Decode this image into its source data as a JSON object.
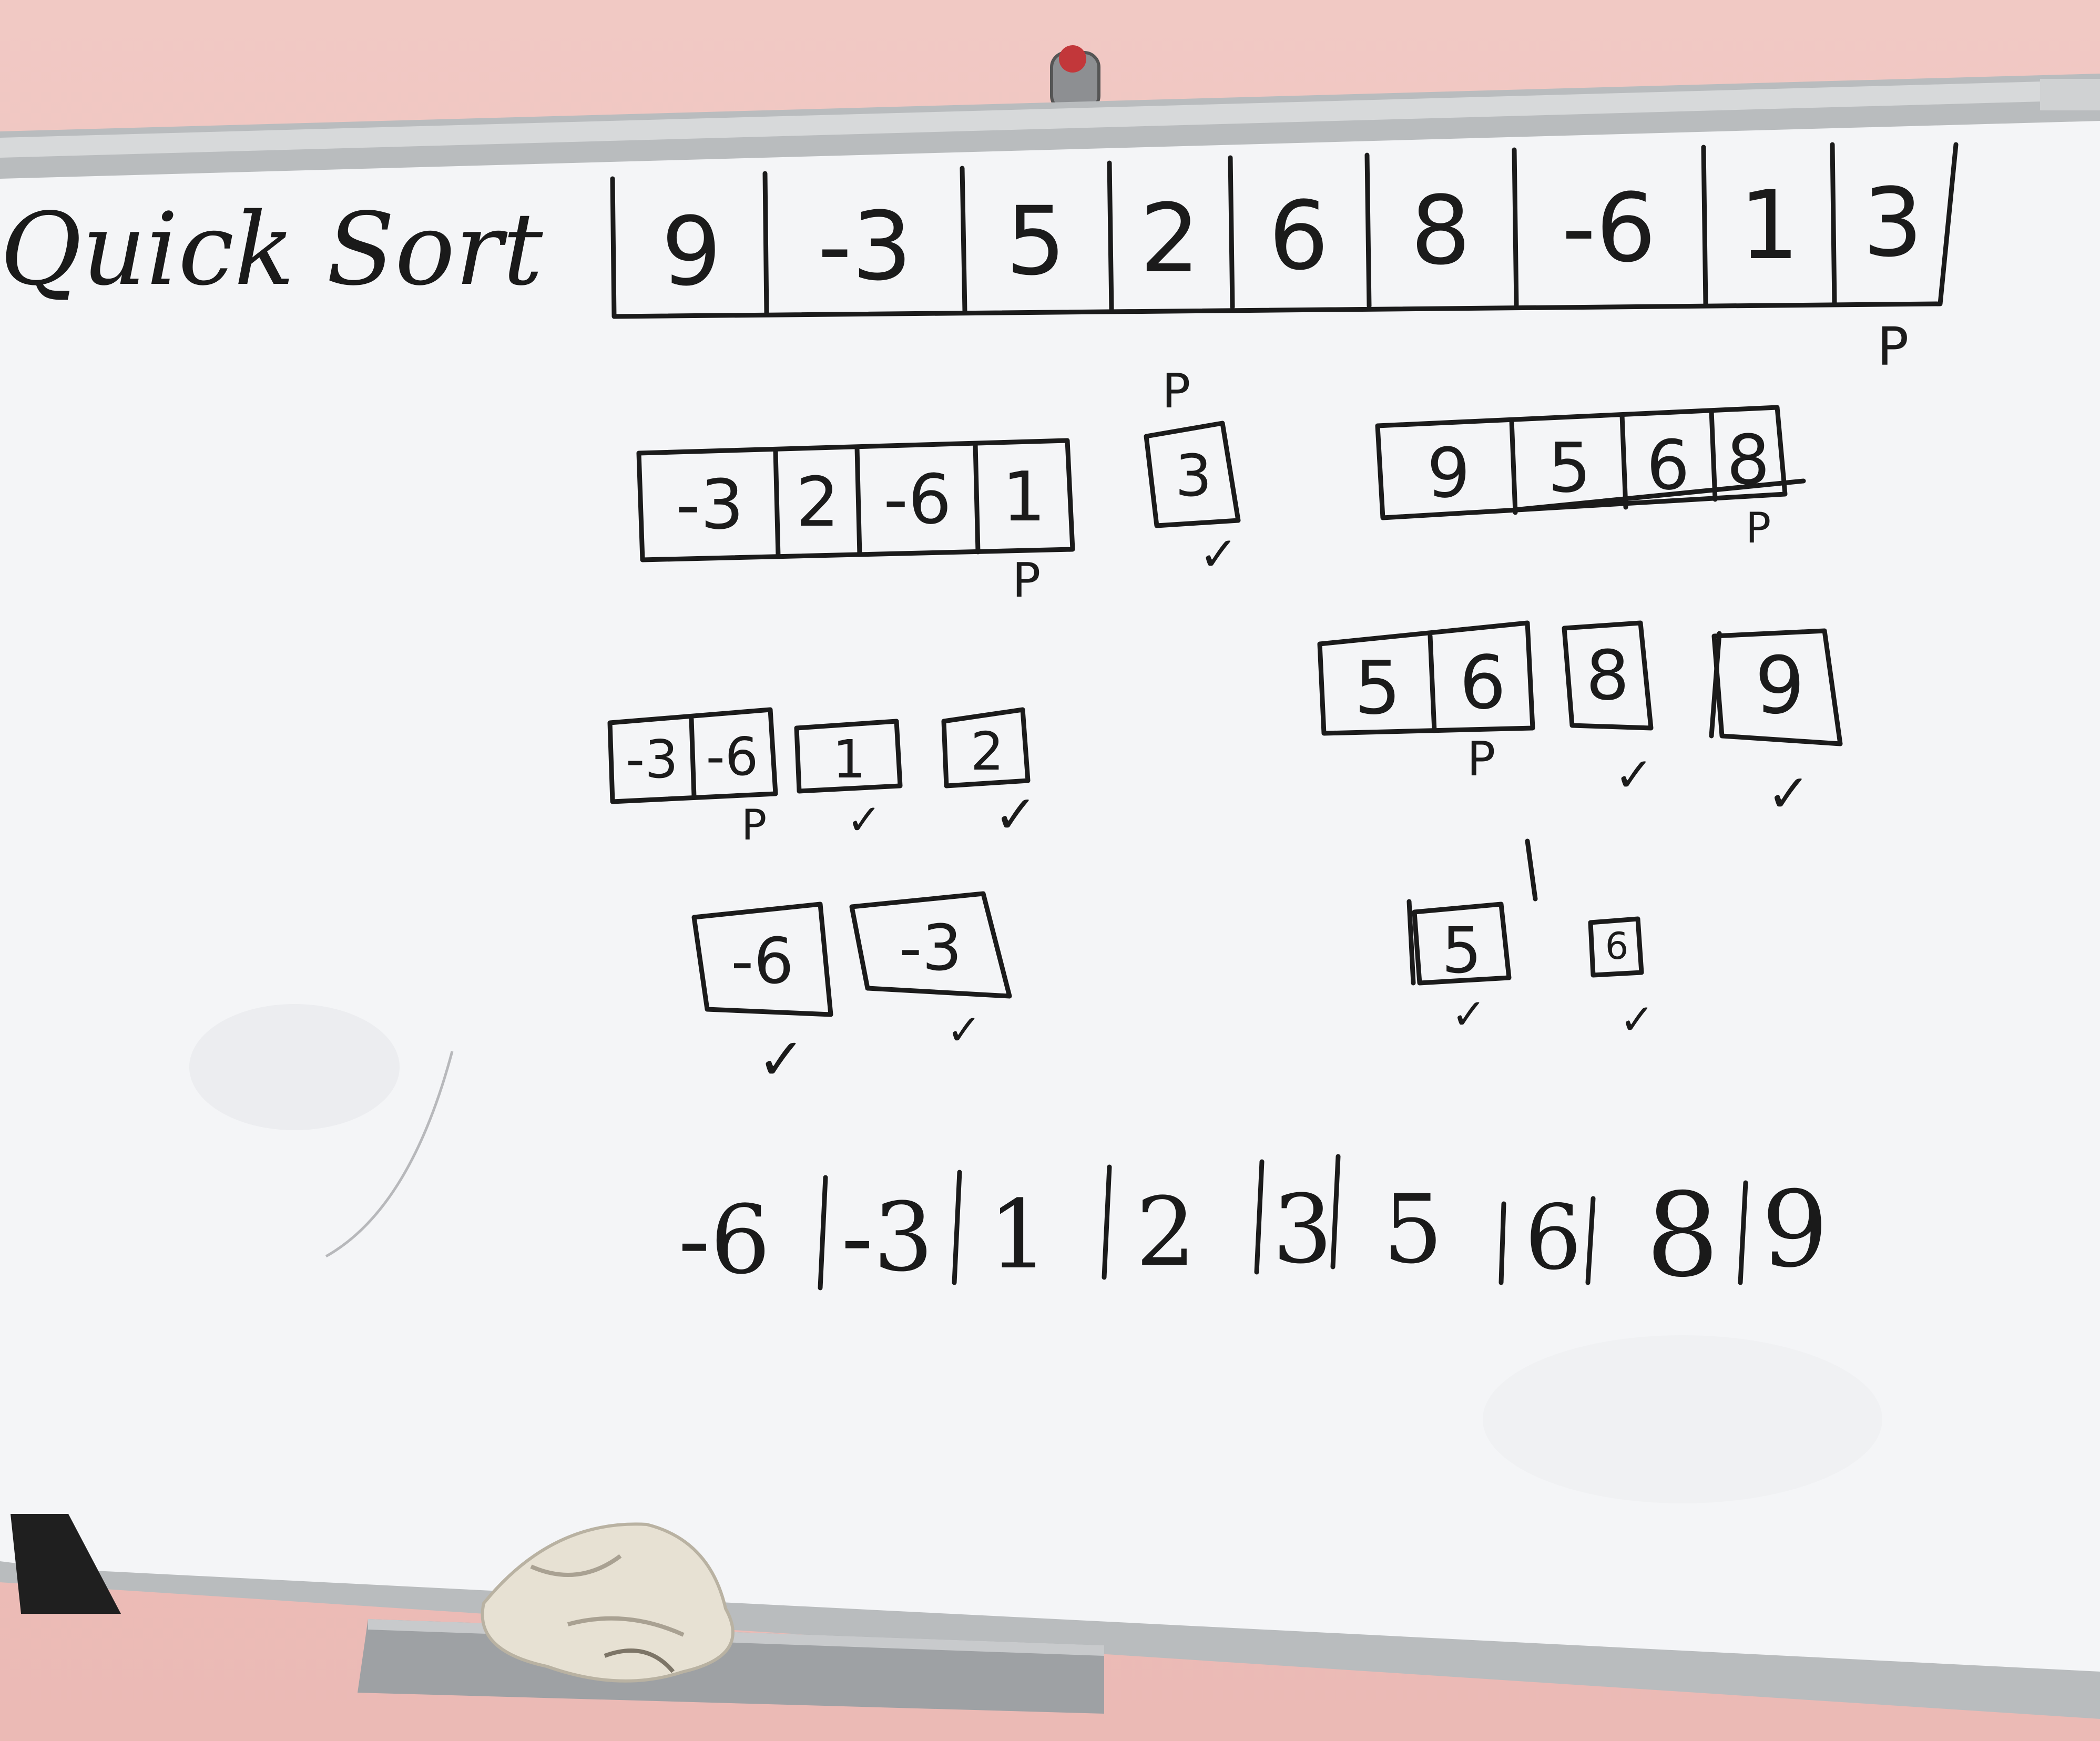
{
  "title": "Quick Sort",
  "pivot_label": "P",
  "check_symbol": "✓",
  "initial_array": [
    "9",
    "-3",
    "5",
    "2",
    "6",
    "8",
    "-6",
    "1",
    "3"
  ],
  "level1": {
    "left": [
      "-3",
      "2",
      "-6",
      "1"
    ],
    "pivot": "3",
    "right": [
      "9",
      "5",
      "6",
      "8"
    ]
  },
  "level2": {
    "left_group": [
      "-3",
      "-6"
    ],
    "left_single_a": "1",
    "left_single_b": "2",
    "right_group": [
      "5",
      "6"
    ],
    "right_single_a": "8",
    "right_single_b": "9"
  },
  "level3": {
    "a": "-6",
    "b": "-3",
    "c": "5",
    "d": "6"
  },
  "sorted_result": [
    "-6",
    "-3",
    "1",
    "2",
    "3",
    "5",
    "6",
    "8",
    "9"
  ],
  "colors": {
    "wall": "#efc4c0",
    "board": "#f4f5f7",
    "frame": "#b9bcbe",
    "ink": "#1b1b1b"
  }
}
